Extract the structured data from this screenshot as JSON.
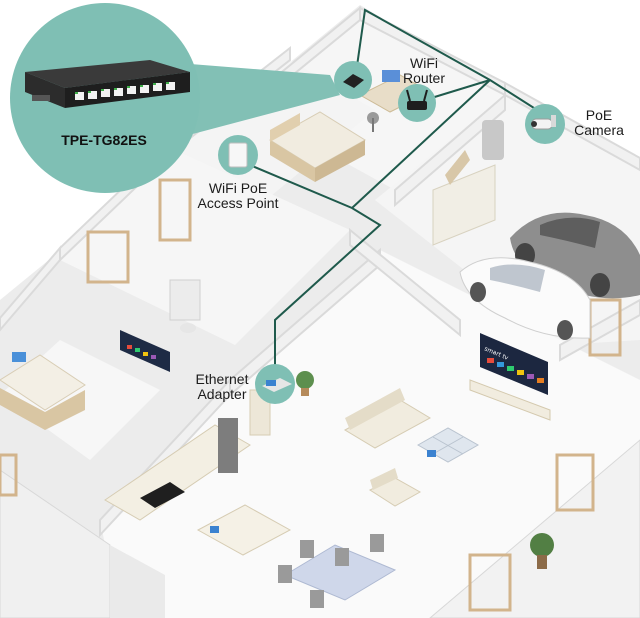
{
  "product": {
    "model": "TPE-TG82ES"
  },
  "labels": {
    "wifi_router": "WiFi\nRouter",
    "poe_camera": "PoE\nCamera",
    "wifi_poe_ap": "WiFi PoE\nAccess Point",
    "ethernet_adapter": "Ethernet\nAdapter"
  },
  "tv_screen_text": "smart tv",
  "colors": {
    "accent_teal": "#7fbfb4",
    "network_line": "#1f5a4c",
    "switch_body": "#1e1e1e",
    "port_green": "#3fae49",
    "floor": "#ffffff",
    "walls": "#f0f0f0"
  },
  "icons": [
    "network-switch-icon",
    "wifi-router-icon",
    "access-point-icon",
    "security-camera-icon",
    "ethernet-adapter-icon"
  ]
}
